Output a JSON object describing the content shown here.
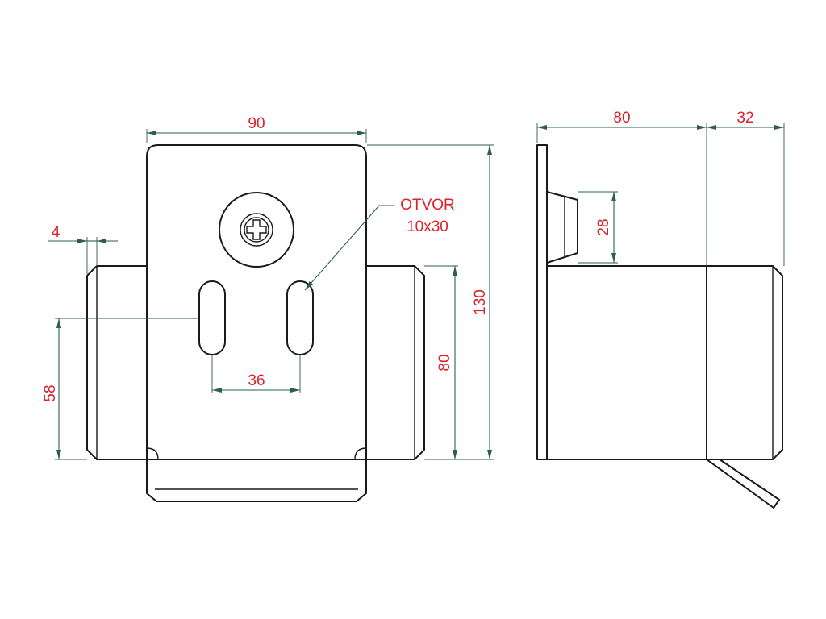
{
  "dimensions": {
    "front_width": "90",
    "side_length": "80",
    "side_extension": "32",
    "front_height": "130",
    "flange_height": "80",
    "hole_spacing": "36",
    "hole_height": "58",
    "flange_thickness": "4",
    "block_height": "28"
  },
  "note": {
    "line1": "OTVOR",
    "line2": "10x30"
  },
  "colors": {
    "dimension_text": "#e0202a",
    "dimension_line": "#2e5f4a",
    "outline": "#1a1a1a"
  }
}
